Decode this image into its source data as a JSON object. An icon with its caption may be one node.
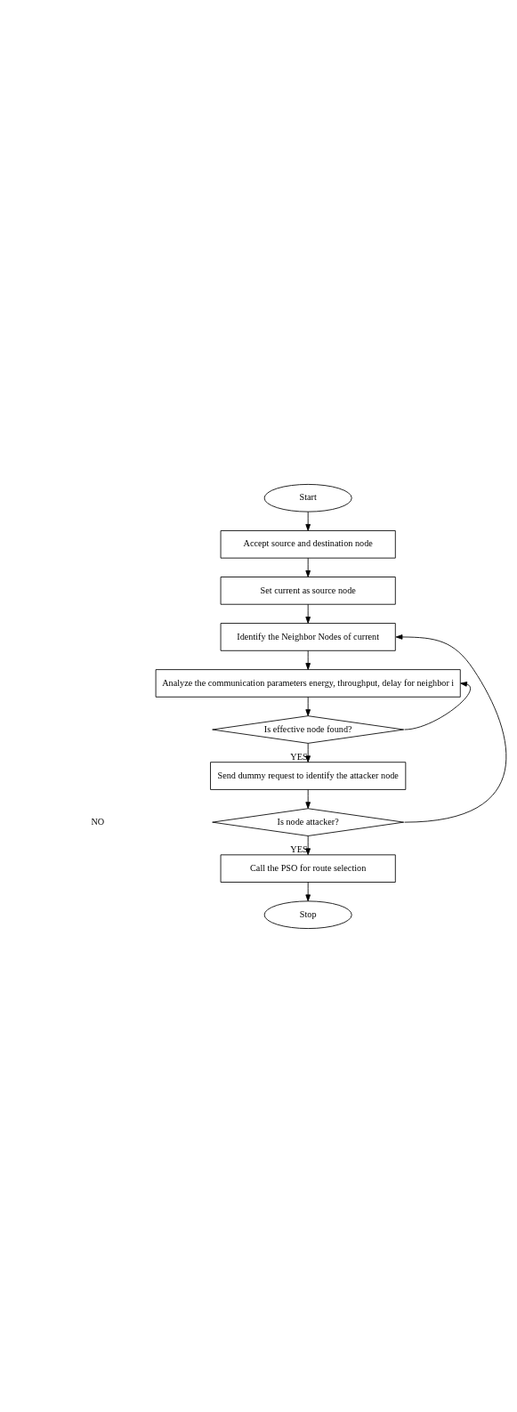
{
  "diagram": {
    "nodes": [
      {
        "text": [
          "Start"
        ]
      },
      {
        "text": [
          "Accept source and destination node"
        ]
      },
      {
        "text": [
          "Set current as source node"
        ]
      },
      {
        "text": [
          "Identify the Neighbor Nodes of current"
        ]
      },
      {
        "text": [
          "Analyze the communication parameters energy, throughput, delay for neighbor i"
        ]
      },
      {
        "text": [
          "Is effective node found?"
        ]
      },
      {
        "text": [
          "Send dummy request to identify the attacker node"
        ]
      },
      {
        "text": [
          "Is node attacker?"
        ]
      },
      {
        "text": [
          "Call the PSO for route selection"
        ]
      },
      {
        "text": [
          "Stop"
        ]
      }
    ],
    "edges": [
      {
        "from": 0,
        "to": 1,
        "arrow": "to"
      },
      {
        "from": 1,
        "to": 2,
        "arrow": "to"
      },
      {
        "from": 2,
        "to": 3,
        "arrow": "to"
      },
      {
        "from": 3,
        "to": 4,
        "arrow": "to"
      },
      {
        "from": 4,
        "to": 5,
        "arrow": "to"
      },
      {
        "from": 5,
        "to": 4,
        "arrow": "to"
      },
      {
        "from": 5,
        "to": 6,
        "arrow": "to",
        "label": "YES"
      },
      {
        "from": 6,
        "to": 7,
        "arrow": "to"
      },
      {
        "from": 7,
        "to": 3,
        "arrow": "to"
      },
      {
        "from": 7,
        "to": 8,
        "arrow": "to",
        "label": "YES"
      },
      {
        "from": 8,
        "to": 9,
        "arrow": "to"
      }
    ],
    "labels": [
      "NO"
    ]
  }
}
